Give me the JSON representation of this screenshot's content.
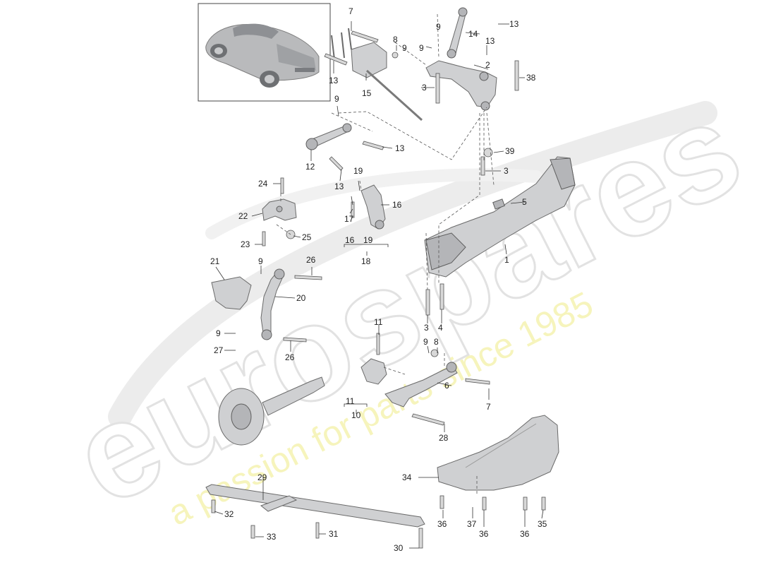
{
  "watermark": {
    "brand": "eurospares",
    "tagline": "a passion for parts since 1985"
  },
  "callouts": {
    "c1": "1",
    "c2": "2",
    "c3a": "3",
    "c3b": "3",
    "c3c": "3",
    "c4": "4",
    "c5": "5",
    "c6": "6",
    "c7a": "7",
    "c7b": "7",
    "c8a": "8",
    "c8b": "8",
    "c9a": "9",
    "c9b": "9",
    "c9c": "9",
    "c9d": "9",
    "c9e": "9",
    "c9f": "9",
    "c9g": "9",
    "c10": "10",
    "c11a": "11",
    "c11b": "11",
    "c12": "12",
    "c13a": "13",
    "c13b": "13",
    "c13c": "13",
    "c13d": "13",
    "c13e": "13",
    "c14": "14",
    "c15": "15",
    "c16a": "16",
    "c16b": "16",
    "c17": "17",
    "c18": "18",
    "c19a": "19",
    "c19b": "19",
    "c20": "20",
    "c21": "21",
    "c22": "22",
    "c23": "23",
    "c24": "24",
    "c25": "25",
    "c26a": "26",
    "c26b": "26",
    "c27": "27",
    "c28": "28",
    "c29": "29",
    "c30": "30",
    "c31": "31",
    "c32": "32",
    "c33": "33",
    "c34": "34",
    "c35": "35",
    "c36a": "36",
    "c36b": "36",
    "c36c": "36",
    "c37": "37",
    "c38": "38",
    "c39": "39"
  }
}
